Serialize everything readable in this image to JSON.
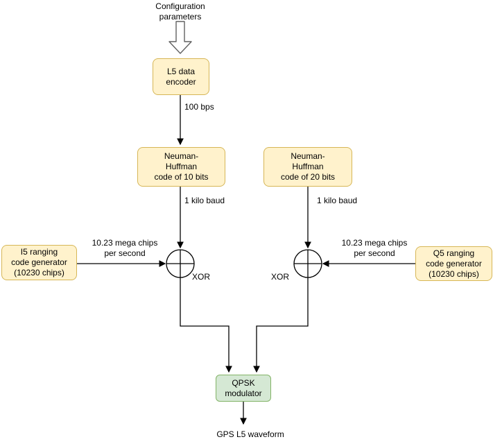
{
  "diagram": {
    "colors": {
      "background": "#ffffff",
      "process_fill": "#FFF2CC",
      "process_border": "#D6B656",
      "modulator_fill": "#D5E8D4",
      "modulator_border": "#82B366",
      "line": "#000000",
      "text": "#000000"
    },
    "input_label": "Configuration\nparameters",
    "nodes": {
      "encoder": "L5 data\nencoder",
      "nh10": "Neuman-\nHuffman\ncode of 10 bits",
      "nh20": "Neuman-\nHuffman\ncode of 20 bits",
      "i5": "I5 ranging\ncode generator\n(10230 chips)",
      "q5": "Q5 ranging\ncode generator\n(10230 chips)",
      "qpsk": "QPSK\nmodulator"
    },
    "edge_labels": {
      "bps": "100 bps",
      "kilo_baud_left": "1 kilo baud",
      "kilo_baud_right": "1 kilo baud",
      "chips_left": "10.23 mega chips\nper second",
      "chips_right": "10.23 mega chips\nper second",
      "xor_left": "XOR",
      "xor_right": "XOR"
    },
    "output_label": "GPS L5 waveform"
  }
}
